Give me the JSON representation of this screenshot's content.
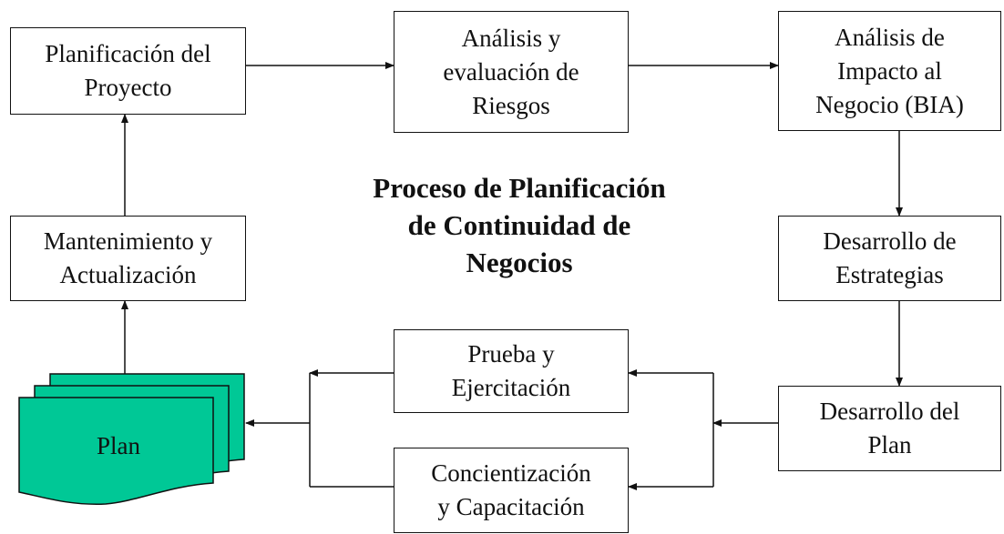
{
  "diagram": {
    "title": [
      "Proceso de Planificación",
      "de Continuidad de",
      "Negocios"
    ],
    "boxes": {
      "planificacion": [
        "Planificación del",
        "Proyecto"
      ],
      "riesgos": [
        "Análisis y",
        "evaluación de",
        "Riesgos"
      ],
      "bia": [
        "Análisis de",
        "Impacto al",
        "Negocio (BIA)"
      ],
      "estrategias": [
        "Desarrollo de",
        "Estrategias"
      ],
      "desarrollo_plan": [
        "Desarrollo del",
        "Plan"
      ],
      "prueba": [
        "Prueba y",
        "Ejercitación"
      ],
      "concientizacion": [
        "Concientización",
        "y Capacitación"
      ],
      "mantenimiento": [
        "Mantenimiento y",
        "Actualización"
      ]
    },
    "plan_document": {
      "label": "Plan",
      "fill": "#00c896"
    },
    "colors": {
      "stroke": "#111111",
      "box_fill": "#ffffff"
    }
  }
}
